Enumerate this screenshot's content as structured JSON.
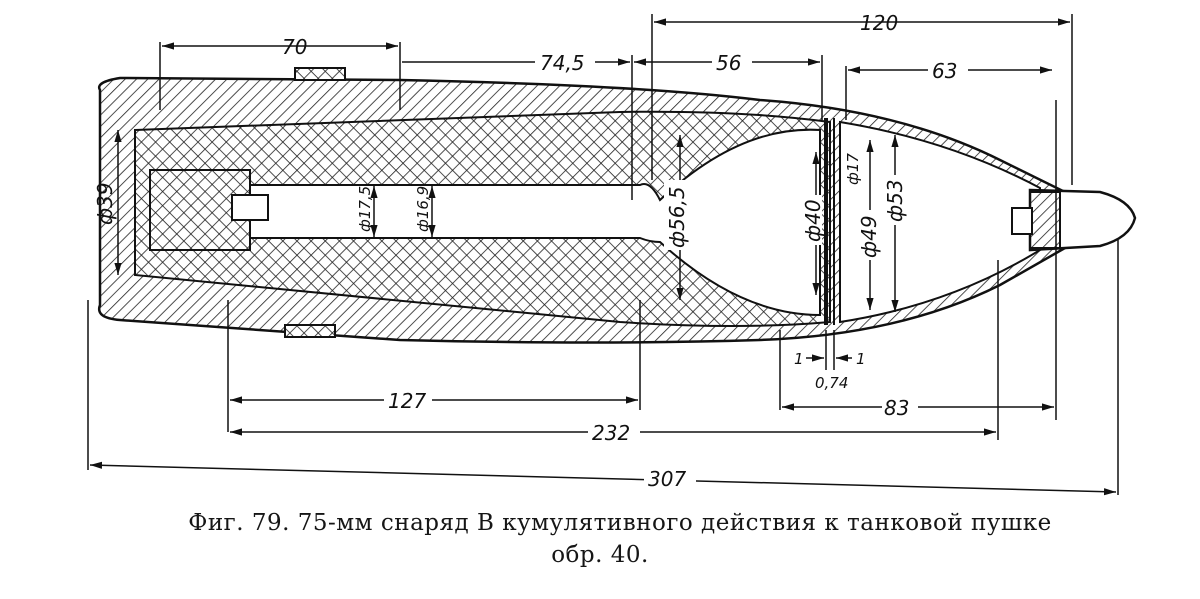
{
  "figure": {
    "caption_line1": "Фиг. 79. 75-мм снаряд В кумулятивного действия к танковой пушке",
    "caption_line2": "обр. 40."
  },
  "dimensions": {
    "d120": "120",
    "d70": "70",
    "d74_5": "74,5",
    "d56": "56",
    "d63": "63",
    "phi39": "ф39",
    "phi17_5": "ф17,5",
    "phi16_9": "ф16,9",
    "phi56_5": "ф56,5",
    "phi40": "ф40",
    "phi17": "ф17",
    "phi49": "ф49",
    "phi53": "ф53",
    "one_left": "1",
    "one_right": "1",
    "d0_74": "0,74",
    "d127": "127",
    "d83": "83",
    "d232": "232",
    "d307": "307"
  }
}
